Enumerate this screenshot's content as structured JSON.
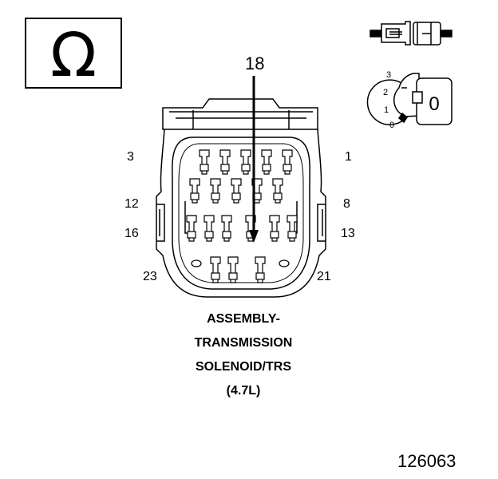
{
  "ohm_symbol": "Ω",
  "callout_pin": "18",
  "pin_labels": {
    "p3": "3",
    "p1": "1",
    "p12": "12",
    "p8": "8",
    "p16": "16",
    "p13": "13",
    "p23": "23",
    "p21": "21"
  },
  "key_positions": [
    "3",
    "2",
    "1",
    "0"
  ],
  "key_label": "0",
  "connector_title": [
    "ASSEMBLY-",
    "TRANSMISSION",
    "SOLENOID/TRS",
    "(4.7L)"
  ],
  "figure_number": "126063",
  "icons": {
    "ohmmeter": "ohmmeter-icon",
    "connector": "disconnected-connector-icon",
    "ignition": "ignition-key-off-icon"
  }
}
